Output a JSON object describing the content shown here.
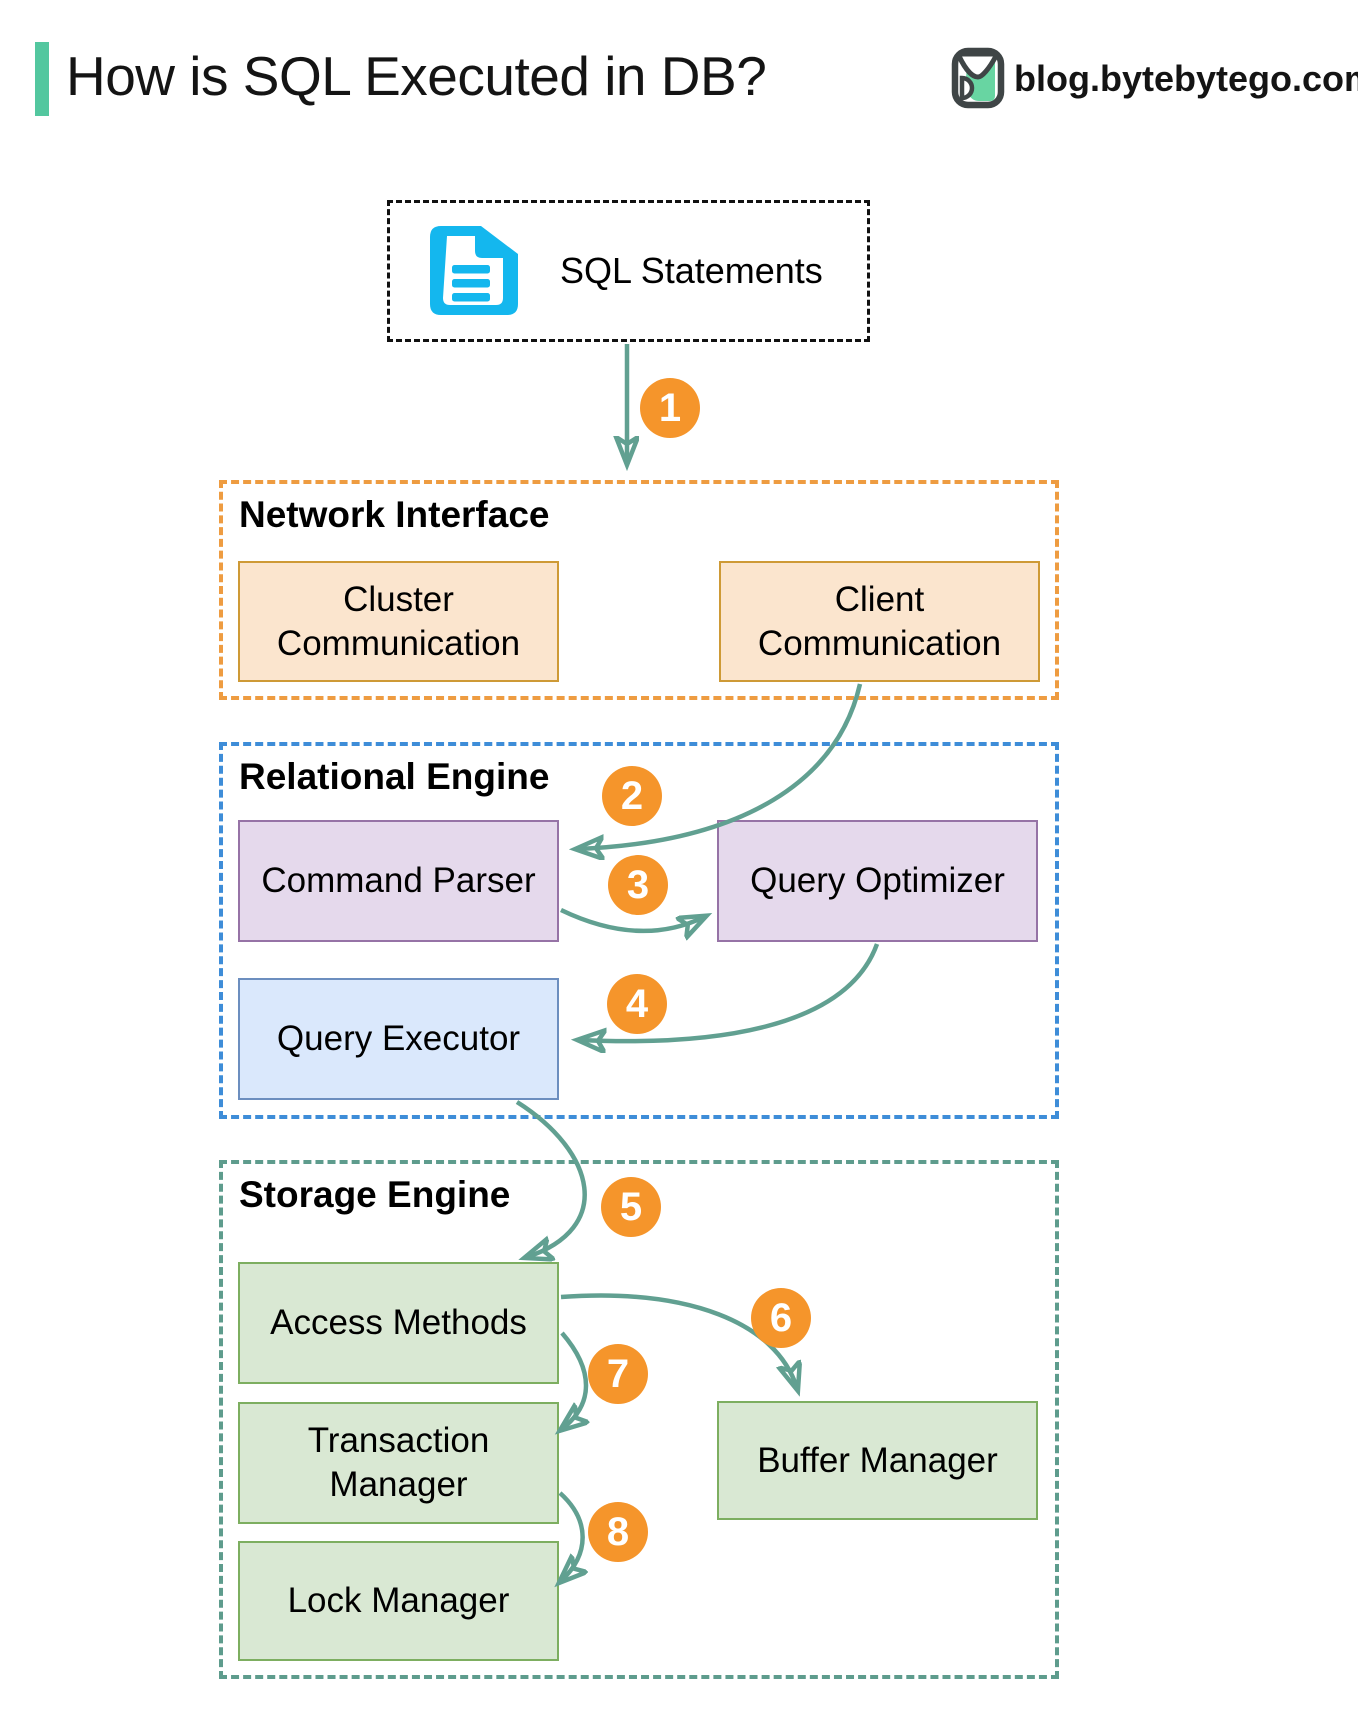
{
  "header": {
    "title": "How is SQL Executed in DB?",
    "site": "blog.bytebytego.com"
  },
  "source": {
    "label": "SQL Statements"
  },
  "groups": [
    {
      "label": "Network Interface",
      "boxes": [
        {
          "label": "Cluster Communication"
        },
        {
          "label": "Client Communication"
        }
      ]
    },
    {
      "label": "Relational Engine",
      "boxes": [
        {
          "label": "Command Parser"
        },
        {
          "label": "Query Optimizer"
        },
        {
          "label": "Query Executor"
        }
      ]
    },
    {
      "label": "Storage Engine",
      "boxes": [
        {
          "label": "Access Methods"
        },
        {
          "label": "Transaction Manager"
        },
        {
          "label": "Buffer Manager"
        },
        {
          "label": "Lock Manager"
        }
      ]
    }
  ],
  "edges": [
    {
      "number": "1",
      "from": "SQL Statements",
      "to": "Network Interface"
    },
    {
      "number": "2",
      "from": "Client Communication",
      "to": "Command Parser"
    },
    {
      "number": "3",
      "from": "Command Parser",
      "to": "Query Optimizer"
    },
    {
      "number": "4",
      "from": "Query Optimizer",
      "to": "Query Executor"
    },
    {
      "number": "5",
      "from": "Query Executor",
      "to": "Access Methods"
    },
    {
      "number": "6",
      "from": "Access Methods",
      "to": "Buffer Manager"
    },
    {
      "number": "7",
      "from": "Access Methods",
      "to": "Transaction Manager"
    },
    {
      "number": "8",
      "from": "Transaction Manager",
      "to": "Lock Manager"
    }
  ],
  "palette": {
    "accent_teal": "#53C79F",
    "arrow_teal": "#61A091",
    "badge_orange": "#F5952B",
    "network_interface_border": "#EE9C41",
    "relational_engine_border": "#3E8DD8",
    "storage_engine_border": "#5E9C8D",
    "peach_fill": "#FBE5CE",
    "peach_border": "#CE9A36",
    "purple_fill": "#E5D9EC",
    "purple_border": "#9673A6",
    "blue_fill": "#DAE8FC",
    "blue_border": "#6C8EBF",
    "green_fill": "#D9E8D3",
    "green_border": "#7DAE60",
    "doc_icon_cyan": "#14B7EE"
  }
}
